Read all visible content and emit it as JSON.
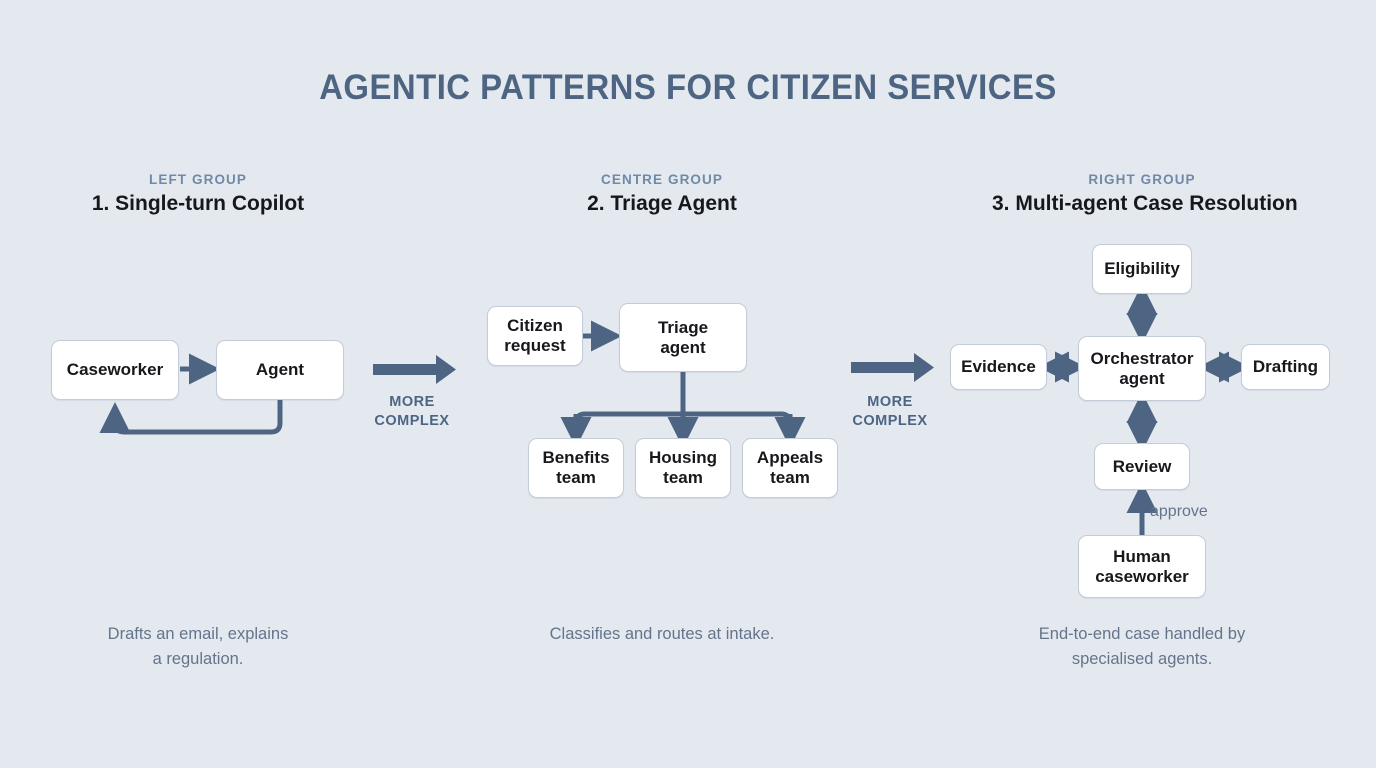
{
  "page": {
    "title": "AGENTIC PATTERNS FOR CITIZEN SERVICES",
    "background_color": "#e4e9f0",
    "accent_color": "#4d6583",
    "node_fill": "#ffffff",
    "node_border": "#c3ccd9"
  },
  "groups": [
    {
      "kicker": "LEFT GROUP",
      "title": "1. Single-turn Copilot",
      "caption_line1": "Drafts an email, explains",
      "caption_line2": "a regulation.",
      "nodes": [
        {
          "id": "caseworker",
          "label": "Caseworker"
        },
        {
          "id": "agent",
          "label": "Agent"
        }
      ]
    },
    {
      "kicker": "CENTRE GROUP",
      "title": "2. Triage Agent",
      "caption_line1": "Classifies and routes at intake.",
      "caption_line2": "",
      "nodes": [
        {
          "id": "citizen-request",
          "line1": "Citizen",
          "line2": "request"
        },
        {
          "id": "triage-agent",
          "line1": "Triage",
          "line2": "agent"
        },
        {
          "id": "benefits-team",
          "line1": "Benefits",
          "line2": "team"
        },
        {
          "id": "housing-team",
          "line1": "Housing",
          "line2": "team"
        },
        {
          "id": "appeals-team",
          "line1": "Appeals",
          "line2": "team"
        }
      ]
    },
    {
      "kicker": "RIGHT GROUP",
      "title": "3. Multi-agent Case Resolution",
      "caption_line1": "End-to-end case handled by",
      "caption_line2": "specialised agents.",
      "nodes": [
        {
          "id": "eligibility",
          "label": "Eligibility"
        },
        {
          "id": "evidence",
          "label": "Evidence"
        },
        {
          "id": "orchestrator",
          "line1": "Orchestrator",
          "line2": "agent"
        },
        {
          "id": "drafting",
          "label": "Drafting"
        },
        {
          "id": "review",
          "label": "Review"
        },
        {
          "id": "human-caseworker",
          "line1": "Human",
          "line2": "caseworker"
        }
      ],
      "edge_labels": [
        {
          "id": "approve",
          "text": "approve"
        }
      ]
    }
  ],
  "transitions": [
    {
      "id": "transition-1",
      "line1": "MORE",
      "line2": "COMPLEX"
    },
    {
      "id": "transition-2",
      "line1": "MORE",
      "line2": "COMPLEX"
    }
  ]
}
